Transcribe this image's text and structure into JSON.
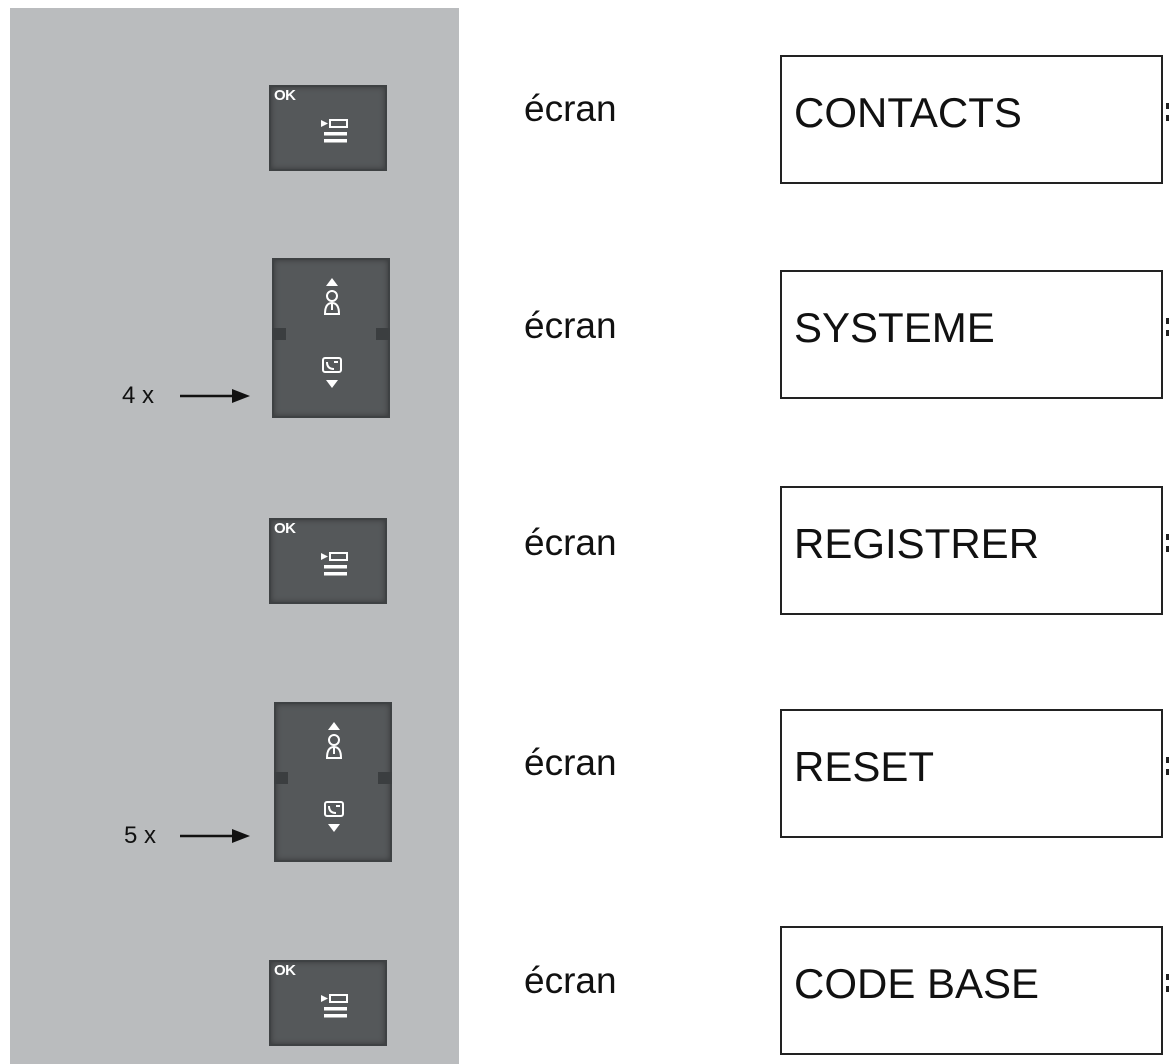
{
  "steps": [
    {
      "button": {
        "type": "ok",
        "label": "OK",
        "icon": "menu-icon"
      },
      "caption": "écran",
      "screen_text": "CONTACTS"
    },
    {
      "button": {
        "type": "nav",
        "icons": [
          "up-arrow-icon",
          "contact-icon",
          "call-log-icon",
          "down-arrow-icon"
        ]
      },
      "press_count": "4 x",
      "caption": "écran",
      "screen_text": "SYSTEME"
    },
    {
      "button": {
        "type": "ok",
        "label": "OK",
        "icon": "menu-icon"
      },
      "caption": "écran",
      "screen_text": "REGISTRER"
    },
    {
      "button": {
        "type": "nav",
        "icons": [
          "up-arrow-icon",
          "contact-icon",
          "call-log-icon",
          "down-arrow-icon"
        ]
      },
      "press_count": "5 x",
      "caption": "écran",
      "screen_text": "RESET"
    },
    {
      "button": {
        "type": "ok",
        "label": "OK",
        "icon": "menu-icon"
      },
      "caption": "écran",
      "screen_text": "CODE BASE"
    }
  ],
  "colors": {
    "panel": "#babcbe",
    "button": "#55585a",
    "button_border": "#3e4143",
    "icon": "#ffffff",
    "text": "#111111"
  }
}
